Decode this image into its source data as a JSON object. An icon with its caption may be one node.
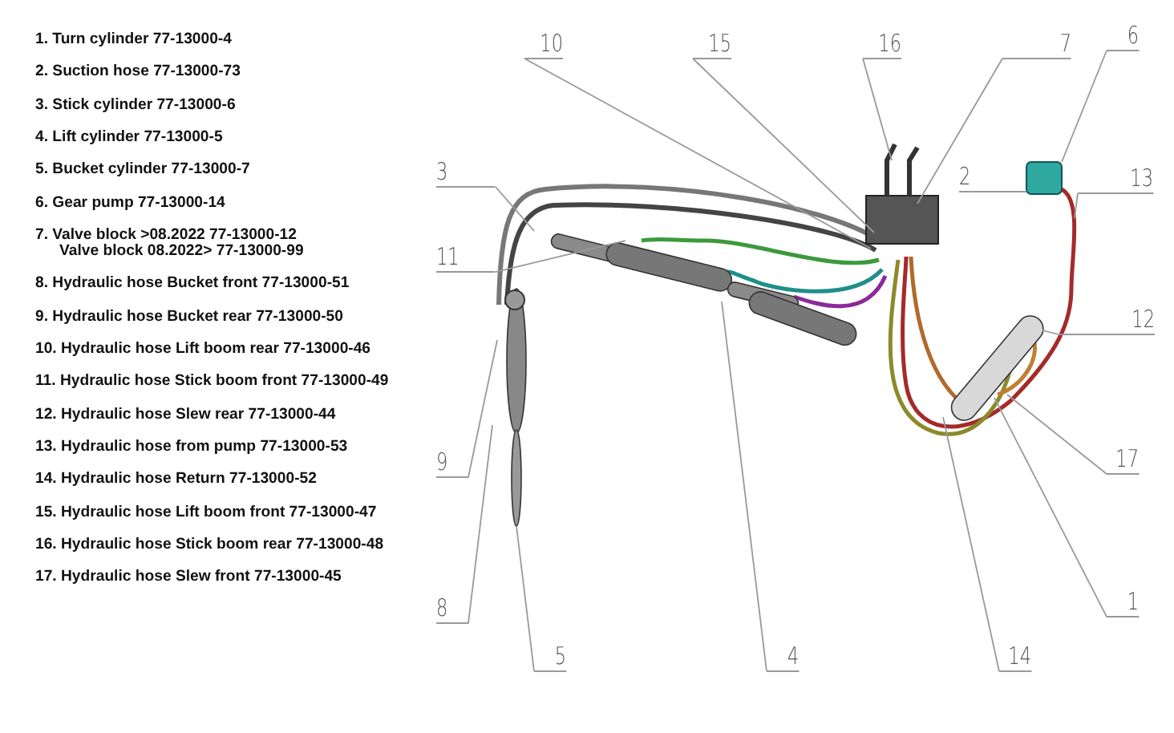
{
  "diagram": {
    "nodes": [
      {
        "text": [
          "10"
        ]
      },
      {
        "text": [
          "15"
        ]
      },
      {
        "text": [
          "16"
        ]
      },
      {
        "text": [
          "7"
        ]
      },
      {
        "text": [
          "6"
        ]
      },
      {
        "text": [
          "3"
        ]
      },
      {
        "text": [
          "2"
        ]
      },
      {
        "text": [
          "13"
        ]
      },
      {
        "text": [
          "11"
        ]
      },
      {
        "text": [
          "12"
        ]
      },
      {
        "text": [
          "9"
        ]
      },
      {
        "text": [
          "17"
        ]
      },
      {
        "text": [
          "8"
        ]
      },
      {
        "text": [
          "1"
        ]
      },
      {
        "text": [
          "5"
        ]
      },
      {
        "text": [
          "4"
        ]
      },
      {
        "text": [
          "14"
        ]
      },
      {
        "text": [],
        "shape": "box"
      }
    ],
    "edges": [
      {
        "from": 0,
        "to": null,
        "arrow": "none"
      },
      {
        "from": 1,
        "to": null,
        "arrow": "none"
      },
      {
        "from": 2,
        "to": null,
        "arrow": "none"
      },
      {
        "from": 3,
        "to": null,
        "arrow": "none"
      },
      {
        "from": 4,
        "to": 17,
        "arrow": "none"
      },
      {
        "from": 5,
        "to": null,
        "arrow": "none"
      },
      {
        "from": 6,
        "to": 17,
        "arrow": "none"
      },
      {
        "from": 7,
        "to": null,
        "arrow": "none"
      },
      {
        "from": 8,
        "to": null,
        "arrow": "none"
      },
      {
        "from": 9,
        "to": null,
        "arrow": "none"
      },
      {
        "from": 10,
        "to": null,
        "arrow": "none"
      },
      {
        "from": 11,
        "to": null,
        "arrow": "none"
      },
      {
        "from": 12,
        "to": null,
        "arrow": "none"
      },
      {
        "from": 13,
        "to": null,
        "arrow": "none"
      },
      {
        "from": 14,
        "to": null,
        "arrow": "none"
      },
      {
        "from": 15,
        "to": null,
        "arrow": "none"
      },
      {
        "from": 16,
        "to": null,
        "arrow": "none"
      }
    ],
    "labels": [
      "1. Turn cylinder 77-13000-4",
      "2. Suction hose 77-13000-73",
      "3. Stick cylinder 77-13000-6",
      "4. Lift cylinder 77-13000-5",
      "5. Bucket cylinder 77-13000-7",
      "6. Gear pump 77-13000-14",
      "7. Valve block >08.2022 77-13000-12",
      "Valve block 08.2022> 77-13000-99",
      "8. Hydraulic hose Bucket front 77-13000-51",
      "9. Hydraulic hose Bucket rear 77-13000-50",
      "10. Hydraulic hose Lift boom rear 77-13000-46",
      "11. Hydraulic hose Stick boom front 77-13000-49",
      "12. Hydraulic hose Slew rear 77-13000-44",
      "13. Hydraulic hose from pump 77-13000-53",
      "14. Hydraulic hose Return 77-13000-52",
      "15. Hydraulic hose Lift boom front 77-13000-47",
      "16. Hydraulic hose Stick boom rear 77-13000-48",
      "17. Hydraulic hose Slew front 77-13000-45"
    ]
  }
}
